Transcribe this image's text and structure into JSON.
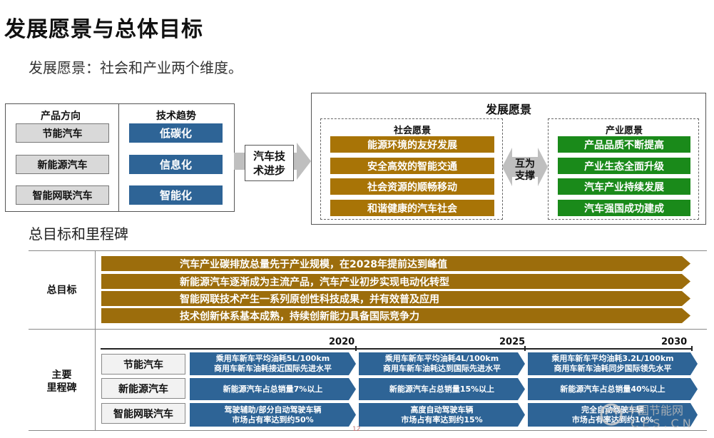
{
  "title": "发展愿景与总体目标",
  "subtitle": "发展愿景：社会和产业两个维度。",
  "left_panel": {
    "product_header": "产品方向",
    "products": [
      "节能汽车",
      "新能源汽车",
      "智能网联汽车"
    ],
    "tech_header": "技术趋势",
    "techs": [
      "低碳化",
      "信息化",
      "智能化"
    ]
  },
  "mid_arrow": {
    "line1": "汽车技",
    "line2": "术进步"
  },
  "vision_panel": {
    "title": "发展愿景",
    "social_header": "社会愿景",
    "social": [
      "能源环境的友好发展",
      "安全高效的智能交通",
      "社会资源的顺畅移动",
      "和谐健康的汽车社会"
    ],
    "support_line1": "互为",
    "support_line2": "支撑",
    "industry_header": "产业愿景",
    "industry": [
      "产品品质不断提高",
      "产业生态全面升级",
      "汽车产业持续发展",
      "汽车强国成功建成"
    ]
  },
  "goals_section": {
    "title": "总目标和里程碑",
    "goals_label": "总目标",
    "goals": [
      "汽车产业碳排放总量先于产业规模，在2028年提前达到峰值",
      "新能源汽车逐渐成为主流产品，汽车产业初步实现电动化转型",
      "智能网联技术产生一系列原创性科技成果，并有效普及应用",
      "技术创新体系基本成熟，持续创新能力具备国际竞争力"
    ],
    "milestone_label_1": "主要",
    "milestone_label_2": "里程碑",
    "years": [
      "2020",
      "2025",
      "2030"
    ],
    "rows": [
      {
        "label": "节能汽车",
        "cells": [
          [
            "乘用车新车平均油耗5L/100km",
            "商用车新车油耗接近国际先进水平"
          ],
          [
            "乘用车新车平均油耗4L/100km",
            "商用车新车油耗达到国际先进水平"
          ],
          [
            "乘用车新车平均油耗3.2L/100km",
            "商用车新车油耗同步国际领先水平"
          ]
        ]
      },
      {
        "label": "新能源汽车",
        "cells": [
          [
            "新能源汽车占总销量7%以上"
          ],
          [
            "新能源汽车占总销量15%以上"
          ],
          [
            "新能源汽车占总销量40%以上"
          ]
        ]
      },
      {
        "label": "智能网联汽车",
        "cells": [
          [
            "驾驶辅助/部分自动驾驶车辆",
            "市场占有率达到约50%"
          ],
          [
            "高度自动驾驶车辆",
            "市场占有率达到约15%"
          ],
          [
            "完全自动驾驶车辆",
            "市场占有率达到约10%"
          ]
        ]
      }
    ]
  },
  "page_number": "12",
  "watermark": {
    "site": "中国节能网",
    "domain": "CES.CN"
  },
  "colors": {
    "orange": "#a87406",
    "blue": "#2e6496",
    "green": "#1a8a1a",
    "gray": "#d9d9d9",
    "gold": "#9c6d0c"
  }
}
